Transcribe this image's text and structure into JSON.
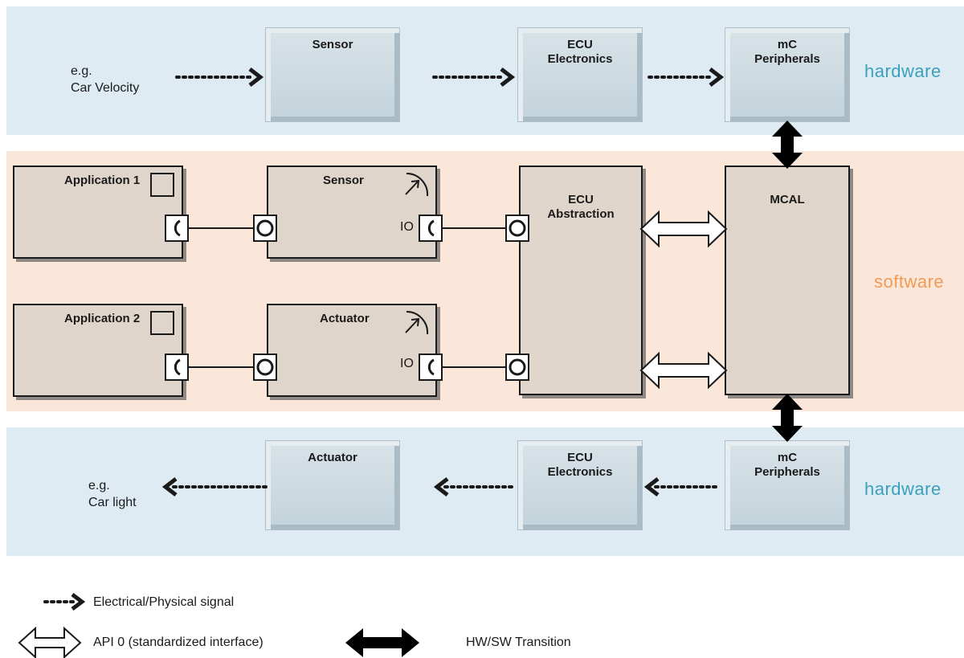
{
  "bands": {
    "top_hw_label": "hardware",
    "sw_label": "software",
    "bottom_hw_label": "hardware",
    "hw_color": "#deebf3",
    "sw_color": "#fbe7d9",
    "hw_text_color": "#3aa0be",
    "sw_text_color": "#f29a55"
  },
  "top": {
    "input_line1": "e.g.",
    "input_line2": "Car Velocity",
    "sensor": "Sensor",
    "ecu_line1": "ECU",
    "ecu_line2": "Electronics",
    "mc_line1": "mC",
    "mc_line2": "Peripherals"
  },
  "software": {
    "app1": "Application 1",
    "app2": "Application 2",
    "sensor": "Sensor",
    "actuator": "Actuator",
    "io1": "IO",
    "io2": "IO",
    "ecu_abs_line1": "ECU",
    "ecu_abs_line2": "Abstraction",
    "mcal": "MCAL"
  },
  "bottom": {
    "output_line1": "e.g.",
    "output_line2": "Car light",
    "actuator": "Actuator",
    "ecu_line1": "ECU",
    "ecu_line2": "Electronics",
    "mc_line1": "mC",
    "mc_line2": "Peripherals"
  },
  "legend": {
    "signal": "Electrical/Physical signal",
    "api": "API 0 (standardized interface)",
    "transition": "HW/SW Transition"
  }
}
